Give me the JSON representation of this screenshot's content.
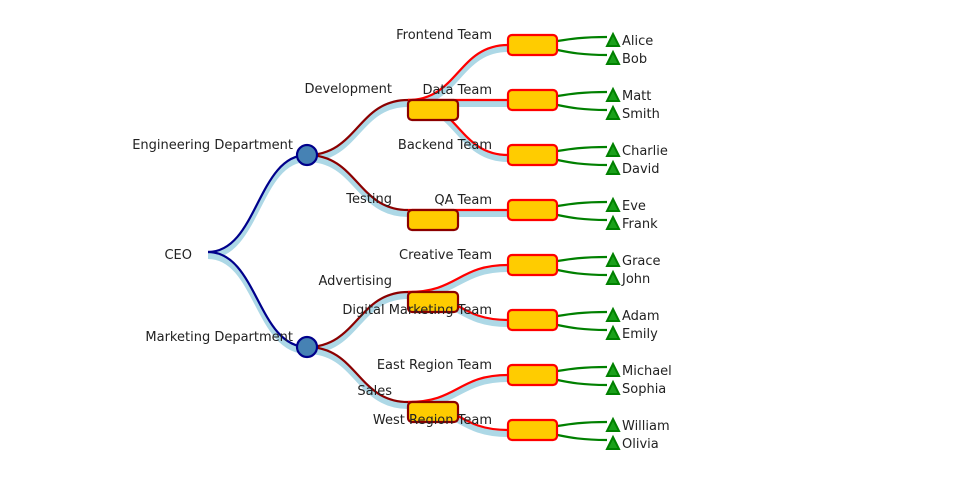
{
  "colors": {
    "root_link": "#00008b",
    "dept_link": "#8b0000",
    "team_link": "#ff0000",
    "member_link": "#008000",
    "shadow": "#add8e6",
    "dept_fill": "#4682b4",
    "box_fill": "#ffcc00",
    "member_icon": "#008000"
  },
  "tree": {
    "name": "CEO",
    "children": [
      {
        "name": "Engineering Department",
        "children": [
          {
            "name": "Development",
            "children": [
              {
                "name": "Frontend Team",
                "members": [
                  "Alice",
                  "Bob"
                ]
              },
              {
                "name": "Data Team",
                "members": [
                  "Matt",
                  "Smith"
                ]
              },
              {
                "name": "Backend Team",
                "members": [
                  "Charlie",
                  "David"
                ]
              }
            ]
          },
          {
            "name": "Testing",
            "children": [
              {
                "name": "QA Team",
                "members": [
                  "Eve",
                  "Frank"
                ]
              }
            ]
          }
        ]
      },
      {
        "name": "Marketing Department",
        "children": [
          {
            "name": "Advertising",
            "children": [
              {
                "name": "Creative Team",
                "members": [
                  "Grace",
                  "John"
                ]
              },
              {
                "name": "Digital Marketing Team",
                "members": [
                  "Adam",
                  "Emily"
                ]
              }
            ]
          },
          {
            "name": "Sales",
            "children": [
              {
                "name": "East Region Team",
                "members": [
                  "Michael",
                  "Sophia"
                ]
              },
              {
                "name": "West Region Team",
                "members": [
                  "William",
                  "Olivia"
                ]
              }
            ]
          }
        ]
      }
    ]
  }
}
